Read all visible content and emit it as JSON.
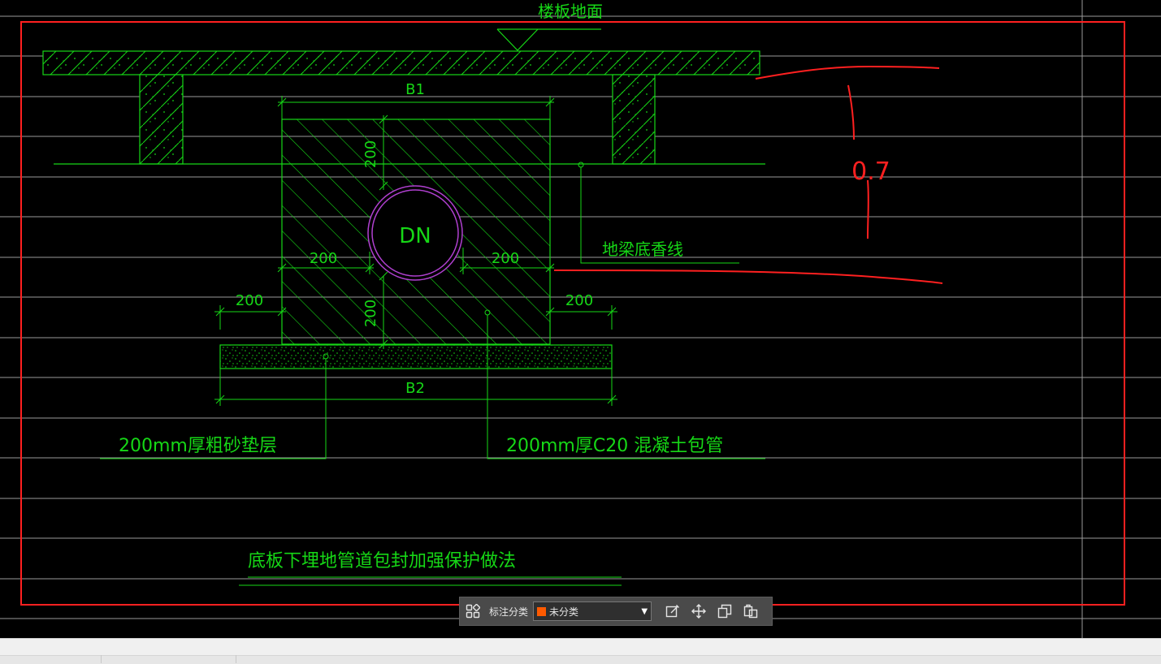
{
  "drawing": {
    "floor_label": "楼板地面",
    "b1_label": "B1",
    "b2_label": "B2",
    "pipe_label": "DN",
    "dim_top": "200",
    "dim_left": "200",
    "dim_right": "200",
    "dim_bottom": "200",
    "dim_outer_left": "200",
    "dim_outer_right": "200",
    "beam_line_label": "地梁底香线",
    "sand_label": "200mm厚粗砂垫层",
    "concrete_label": "200mm厚C20 混凝土包管",
    "title": "底板下埋地管道包封加强保护做法"
  },
  "annotation": {
    "value": "0.7",
    "color": "#ff2020"
  },
  "toolbar": {
    "category_label": "标注分类",
    "category_value": "未分类",
    "category_color": "#ff5a00"
  },
  "colors": {
    "cad_green": "#16d716",
    "pipe_purple": "#b040d0",
    "frame_red": "#ff2020",
    "grid_gray": "#9a9a9a"
  }
}
